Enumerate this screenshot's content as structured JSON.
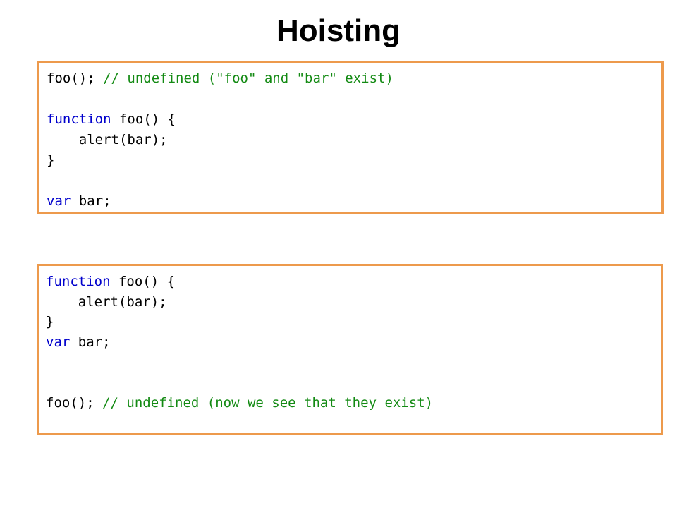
{
  "title": "Hoisting",
  "colors": {
    "box_border": "#ED9A4C",
    "keyword": "#0000CC",
    "comment": "#138A13",
    "code_text": "#000000"
  },
  "box1": {
    "lines": [
      [
        {
          "t": "foo(); ",
          "c": ""
        },
        {
          "t": "// undefined (\"foo\" and \"bar\" exist)",
          "c": "cm"
        }
      ],
      [],
      [
        {
          "t": "function",
          "c": "kw"
        },
        {
          "t": " foo() {",
          "c": ""
        }
      ],
      [
        {
          "t": "    alert(bar);",
          "c": ""
        }
      ],
      [
        {
          "t": "}",
          "c": ""
        }
      ],
      [],
      [
        {
          "t": "var",
          "c": "kw"
        },
        {
          "t": " bar;",
          "c": ""
        }
      ]
    ]
  },
  "box2": {
    "lines": [
      [
        {
          "t": "function",
          "c": "kw"
        },
        {
          "t": " foo() {",
          "c": ""
        }
      ],
      [
        {
          "t": "    alert(bar);",
          "c": ""
        }
      ],
      [
        {
          "t": "}",
          "c": ""
        }
      ],
      [
        {
          "t": "var",
          "c": "kw"
        },
        {
          "t": " bar;",
          "c": ""
        }
      ],
      [],
      [],
      [
        {
          "t": "foo(); ",
          "c": ""
        },
        {
          "t": "// undefined (now we see that they exist)",
          "c": "cm"
        }
      ]
    ]
  }
}
